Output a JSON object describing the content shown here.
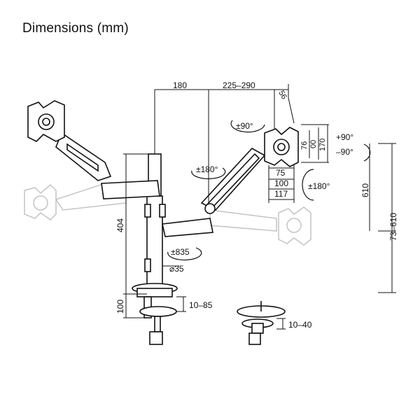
{
  "title": "Dimensions (mm)",
  "dimensions": {
    "arm_reach_left": "180",
    "arm_reach_right": "225–290",
    "panel_depth": "56",
    "tilt": "±90°",
    "rotation_upper": "±180°",
    "rotation_lower": "±835",
    "pole_diameter": "⌀35",
    "vesa_75": "75",
    "vesa_100": "100",
    "vesa_117": "117",
    "vesa_v76": "76",
    "vesa_v100": "00",
    "vesa_v170": "170",
    "panel_rotation": "±180°",
    "swivel_plus": "+90°",
    "swivel_minus": "–90°",
    "height_610": "610",
    "height_73_610": "73–610",
    "pole_height": "404",
    "clamp_height": "100",
    "clamp_range": "10–85",
    "grommet_range": "10–40"
  },
  "colors": {
    "line": "#111111",
    "ghost": "#bdbdbd",
    "fill": "#ffffff"
  }
}
